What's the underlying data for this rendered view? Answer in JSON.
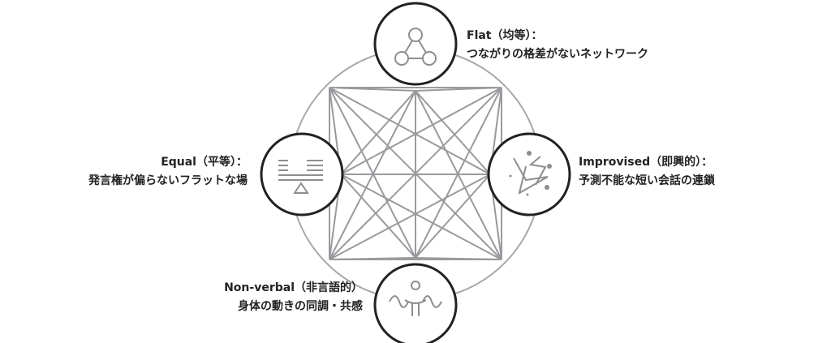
{
  "nodes": {
    "flat": {
      "title": "Flat（均等）：",
      "desc": "つながりの格差がないネットワーク",
      "icon": "network-triangle-icon"
    },
    "equal": {
      "title": "Equal（平等）：",
      "desc": "発言権が偏らないフラットな場",
      "icon": "balance-lines-icon"
    },
    "improvised": {
      "title": "Improvised（即興的）：",
      "desc": "予測不能な短い会話の連鎖",
      "icon": "scribble-sparks-icon"
    },
    "nonverbal": {
      "title": "Non-verbal（非言語的）",
      "desc": "身体の動きの同調・共感",
      "icon": "person-waves-icon"
    }
  },
  "colors": {
    "line": "#9a9a9e",
    "ring": "#222222",
    "icon": "#8e8e92"
  }
}
